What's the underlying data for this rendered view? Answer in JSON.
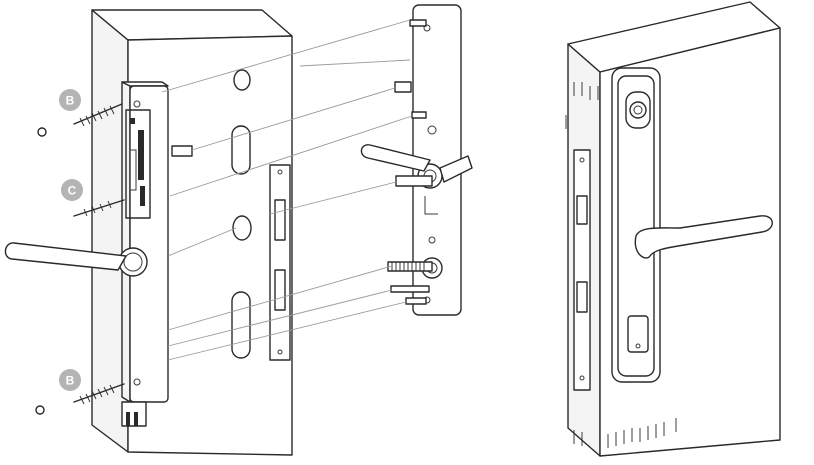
{
  "callouts": [
    {
      "letter": "B"
    },
    {
      "letter": "C"
    },
    {
      "letter": "B"
    }
  ],
  "colors": {
    "line": "#2a2a2a",
    "callout_badge": "#b4b4b4",
    "background": "#ffffff"
  },
  "icons": [
    "screw-icon",
    "fingerprint-sensor-icon",
    "key-cylinder-icon"
  ]
}
